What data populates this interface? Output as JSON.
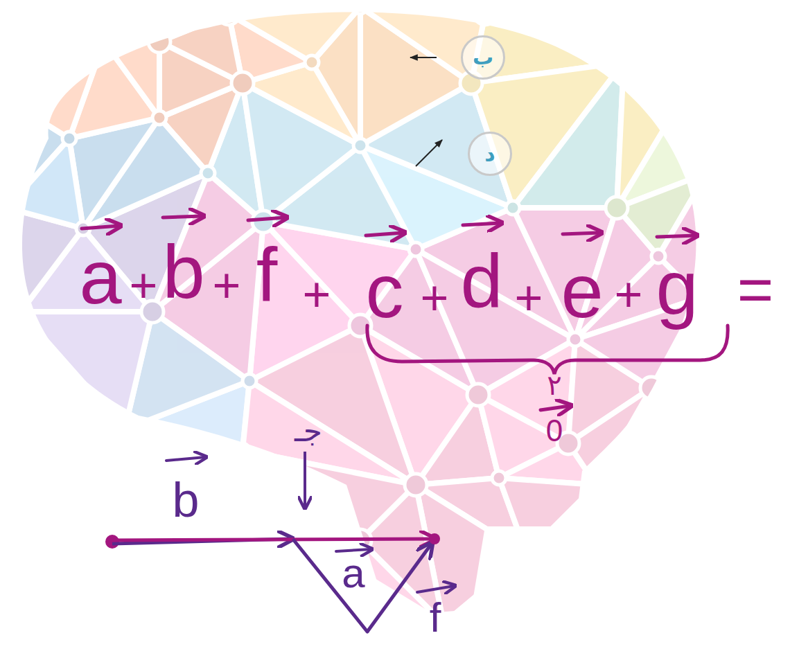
{
  "diagram": {
    "nodes": [
      {
        "text": [
          "ب"
        ]
      },
      {
        "text": [
          "د"
        ]
      }
    ],
    "labels": [
      "a",
      "+",
      "b",
      "+",
      "f",
      "+",
      "c",
      "+",
      "d",
      "+",
      "e",
      "+",
      "g",
      "=",
      "٢",
      "0",
      "جـ",
      "b",
      "a",
      "f"
    ]
  }
}
